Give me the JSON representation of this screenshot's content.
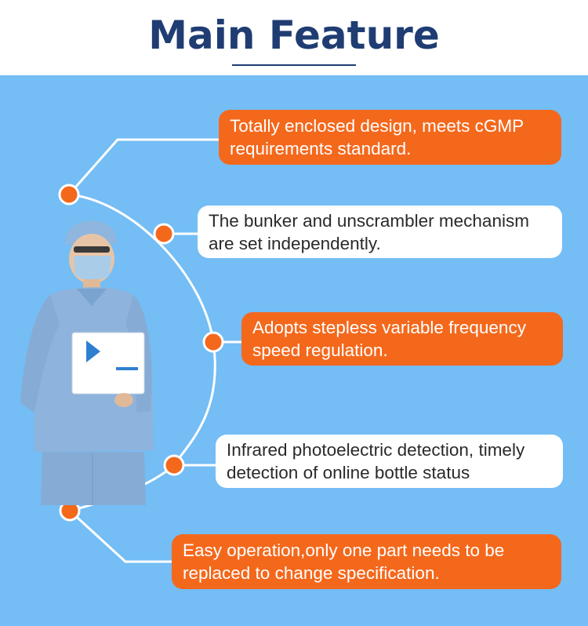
{
  "header": {
    "title": "Main Feature"
  },
  "features": [
    {
      "text": "Totally enclosed design, meets cGMP requirements standard.",
      "style": "orange"
    },
    {
      "text": "The bunker and unscrambler mechanism are set independently.",
      "style": "white"
    },
    {
      "text": "Adopts stepless variable frequency speed regulation.",
      "style": "orange"
    },
    {
      "text": "Infrared photoelectric detection, timely detection of online bottle status",
      "style": "white"
    },
    {
      "text": "Easy operation,only one part needs to be replaced to change specification.",
      "style": "orange"
    }
  ],
  "colors": {
    "accent": "#f4681c",
    "title": "#1f3d73",
    "panel": "#74bdf5"
  },
  "illustration": {
    "subject": "worker-in-cleanroom-suit-holding-brochure"
  }
}
